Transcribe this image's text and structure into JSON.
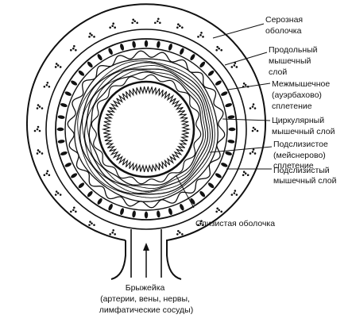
{
  "labels": {
    "serous": [
      "Серозная",
      "оболочка"
    ],
    "longitudinal": [
      "Продольный",
      "мышечный",
      "слой"
    ],
    "auerbach": [
      "Межмышечное",
      "(ауэрбахово)",
      "сплетение"
    ],
    "circular": [
      "Циркулярный",
      "мышечный слой"
    ],
    "meissner": [
      "Подслизистое",
      "(мейснерово)",
      "сплетение"
    ],
    "submucosal_muscle": [
      "Подслизистый",
      "мышечный слой"
    ],
    "mucosa": [
      "Слизистая оболочка"
    ],
    "mesentery": [
      "Брыжейка",
      "(артерии, вены, нервы,",
      "лимфатические сосуды)"
    ]
  },
  "colors": {
    "line": "#111111",
    "background": "#ffffff"
  }
}
